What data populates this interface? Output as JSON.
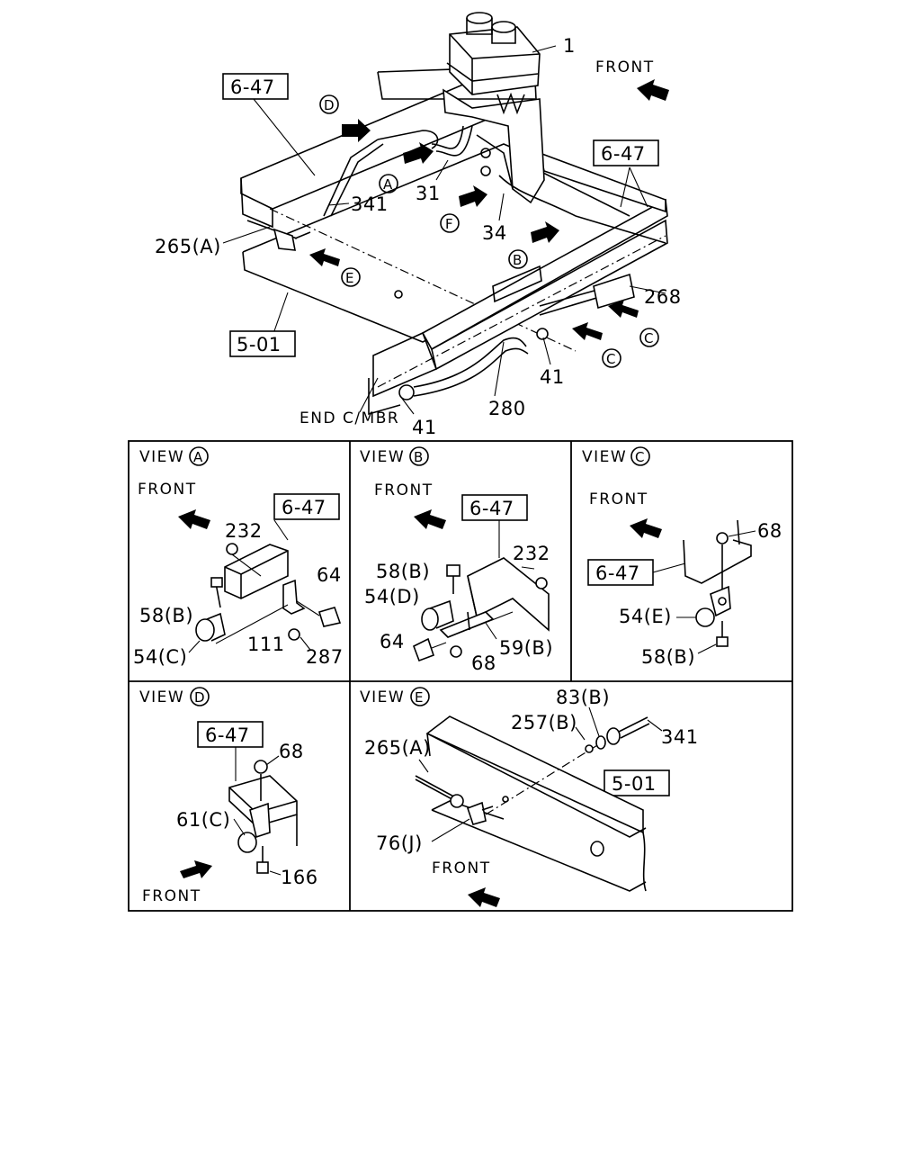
{
  "main": {
    "labels": {
      "part_1": "1",
      "front": "FRONT",
      "ref_647_left": "6-47",
      "ref_647_right": "6-47",
      "view_d": "D",
      "view_a": "A",
      "view_f": "F",
      "view_b": "B",
      "view_e": "E",
      "view_c1": "C",
      "view_c2": "C",
      "part_31": "31",
      "part_341": "341",
      "part_34": "34",
      "part_265a": "265(A)",
      "part_268": "268",
      "ref_501": "5-01",
      "part_41a": "41",
      "part_41b": "41",
      "part_280": "280",
      "end_cmbr": "END C/MBR"
    }
  },
  "panels": {
    "view_word": "VIEW",
    "a": {
      "letter": "A",
      "front": "FRONT",
      "ref": "6-47",
      "p232": "232",
      "p64": "64",
      "p58b": "58(B)",
      "p54c": "54(C)",
      "p111": "111",
      "p287": "287"
    },
    "b": {
      "letter": "B",
      "front": "FRONT",
      "ref": "6-47",
      "p232": "232",
      "p58b": "58(B)",
      "p54d": "54(D)",
      "p64": "64",
      "p68": "68",
      "p59b": "59(B)"
    },
    "c": {
      "letter": "C",
      "front": "FRONT",
      "ref": "6-47",
      "p68": "68",
      "p54e": "54(E)",
      "p58b": "58(B)"
    },
    "d": {
      "letter": "D",
      "front": "FRONT",
      "ref": "6-47",
      "p68": "68",
      "p61c": "61(C)",
      "p166": "166"
    },
    "e": {
      "letter": "E",
      "front": "FRONT",
      "ref": "5-01",
      "p83b": "83(B)",
      "p257b": "257(B)",
      "p341": "341",
      "p265a": "265(A)",
      "p76j": "76(J)"
    }
  },
  "icons": [
    "front-arrow-icon",
    "view-arrow-icon",
    "circled-letter-icon"
  ]
}
